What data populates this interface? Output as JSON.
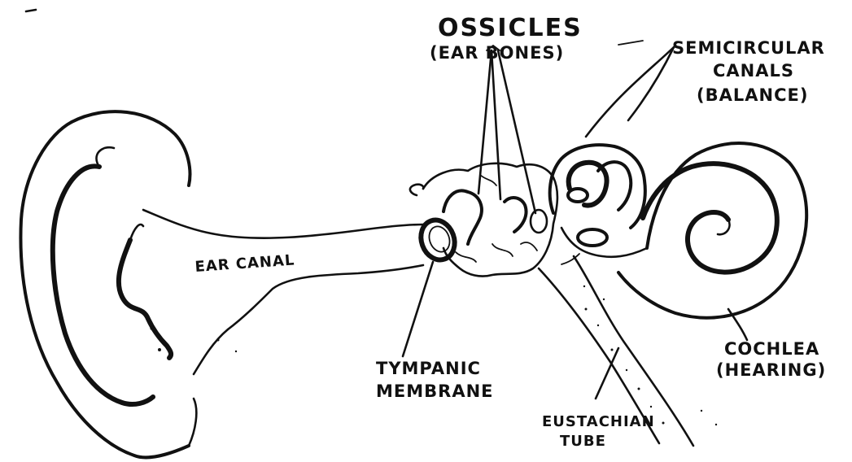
{
  "labels": {
    "ossicles": "OSSICLES",
    "ossicles_sub": "(EAR BONES)",
    "semicircular_line1": "SEMICIRCULAR",
    "semicircular_line2": "CANALS",
    "semicircular_sub": "(BALANCE)",
    "ear_canal": "EAR CANAL",
    "tympanic_line1": "TYMPANIC",
    "tympanic_line2": "MEMBRANE",
    "eustachian_line1": "EUSTACHIAN",
    "eustachian_line2": "TUBE",
    "cochlea": "COCHLEA",
    "cochlea_sub": "(HEARING)"
  },
  "colors": {
    "ink": "#111111",
    "paper": "#ffffff"
  }
}
